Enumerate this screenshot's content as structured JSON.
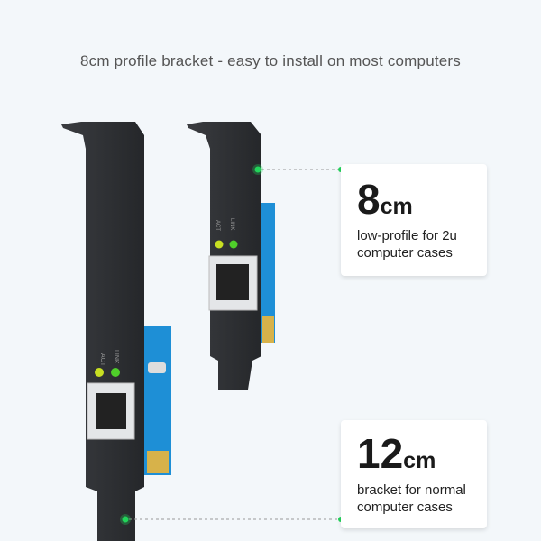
{
  "header": {
    "title": "8cm profile bracket - easy to install on most computers"
  },
  "cards": [
    {
      "value": "8",
      "unit": "cm",
      "line1": "low-profile for 2u",
      "line2": "computer cases"
    },
    {
      "value": "12",
      "unit": "cm",
      "line1": "bracket for normal",
      "line2": "computer cases"
    }
  ],
  "card_labels": {
    "act": "ACT",
    "link": "LINK"
  },
  "colors": {
    "accent": "#22d45a",
    "bracket": "#2e3033",
    "pcb": "#1e8fd6"
  }
}
